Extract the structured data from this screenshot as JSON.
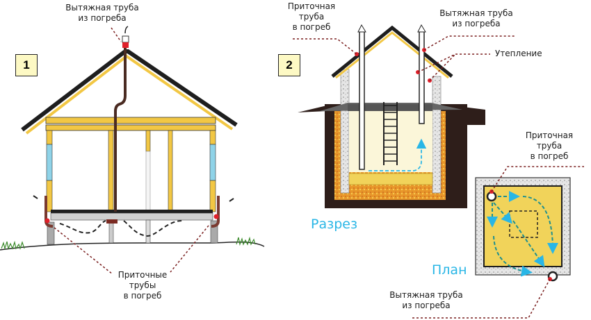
{
  "figure1": {
    "number": "1",
    "exhaust_label_line1": "Вытяжная труба",
    "exhaust_label_line2": "из погреба",
    "intake_label_line1": "Приточные",
    "intake_label_line2": "трубы",
    "intake_label_line3": "в погреб"
  },
  "figure2": {
    "number": "2",
    "intake_label_line1": "Приточная",
    "intake_label_line2": "труба",
    "intake_label_line3": "в погреб",
    "exhaust_label_line1": "Вытяжная труба",
    "exhaust_label_line2": "из погреба",
    "insulation_label": "Утепление",
    "section_title": "Разрез",
    "plan_title": "План",
    "plan_intake_line1": "Приточная",
    "plan_intake_line2": "труба",
    "plan_intake_line3": "в погреб",
    "plan_exhaust_line1": "Вытяжная труба",
    "plan_exhaust_line2": "из погреба"
  },
  "colors": {
    "beam_yellow": "#f2c744",
    "roof_dark": "#1e1e1e",
    "pipe_brown": "#4a2b22",
    "window_blue": "#8fd3e8",
    "soil_dark": "#2e1e1a",
    "insulation_orange": "#e8962a",
    "floor_yellow": "#f1d35a",
    "cellar_fill": "#fbf6d9",
    "air_blue": "#29b6e6",
    "marker_red": "#e0202a"
  }
}
